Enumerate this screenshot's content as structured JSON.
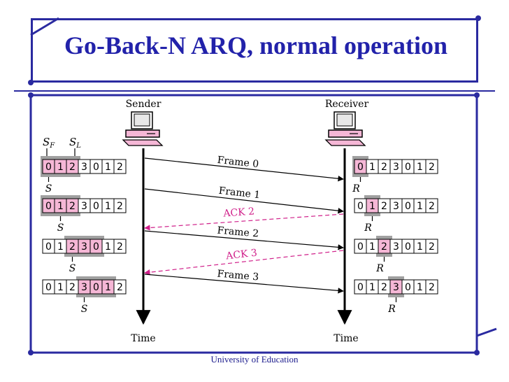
{
  "title": "Go-Back-N ARQ, normal operation",
  "footer": "University of Education",
  "colors": {
    "frame_border": "#2a2aa0",
    "ack_pink": "#d0208a",
    "highlight_fill": "#f5b7d6",
    "window_shade": "#a0a0a0"
  },
  "sender_label": "Sender",
  "receiver_label": "Receiver",
  "time_label": "Time",
  "sf_label": "S",
  "sf_sub": "F",
  "sl_label": "S",
  "sl_sub": "L",
  "sequence": [
    "0",
    "1",
    "2",
    "3",
    "0",
    "1",
    "2"
  ],
  "messages": [
    {
      "label": "Frame 0",
      "kind": "frame"
    },
    {
      "label": "Frame 1",
      "kind": "frame"
    },
    {
      "label": "ACK 2",
      "kind": "ack"
    },
    {
      "label": "Frame 2",
      "kind": "frame"
    },
    {
      "label": "ACK 3",
      "kind": "ack"
    },
    {
      "label": "Frame 3",
      "kind": "frame"
    }
  ],
  "sender_states": [
    {
      "window_start": 0,
      "window_end": 2,
      "pointer": 0,
      "pointer_label": "S"
    },
    {
      "window_start": 0,
      "window_end": 2,
      "pointer": 1,
      "pointer_label": "S"
    },
    {
      "window_start": 2,
      "window_end": 4,
      "pointer": 2,
      "pointer_label": "S"
    },
    {
      "window_start": 3,
      "window_end": 5,
      "pointer": 3,
      "pointer_label": "S"
    }
  ],
  "receiver_states": [
    {
      "expected": 0,
      "pointer_label": "R"
    },
    {
      "expected": 1,
      "pointer_label": "R"
    },
    {
      "expected": 2,
      "pointer_label": "R"
    },
    {
      "expected": 3,
      "pointer_label": "R"
    }
  ]
}
